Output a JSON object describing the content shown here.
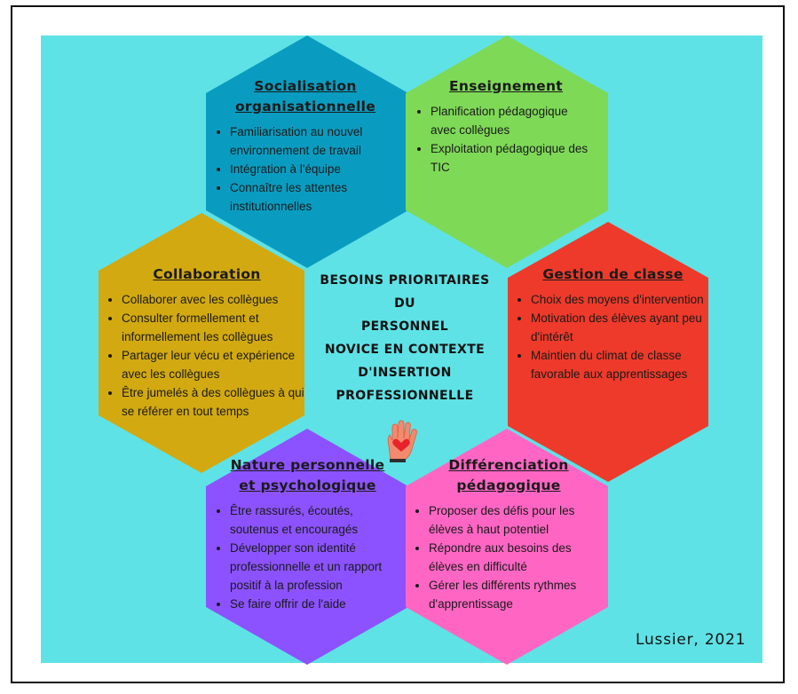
{
  "center": {
    "lines": [
      "BESOINS PRIORITAIRES",
      "DU",
      "PERSONNEL",
      "NOVICE EN CONTEXTE",
      "D'INSERTION",
      "PROFESSIONNELLE"
    ]
  },
  "signature": "Lussier, 2021",
  "colors": {
    "background": "#5ee2e6",
    "socialisation": "#0a9cc0",
    "enseignement": "#7ed957",
    "gestion": "#ee3a2a",
    "collaboration": "#d2a910",
    "nature": "#8c52ff",
    "differenciation": "#ff66c4"
  },
  "icons": [
    "raised-hand-heart-icon"
  ],
  "hexagons": {
    "socialisation": {
      "title_lines": [
        "Socialisation",
        "organisationnelle"
      ],
      "items": [
        "Familiarisation au nouvel environnement de travail",
        "Intégration à l'équipe",
        "Connaître les attentes institutionnelles"
      ]
    },
    "enseignement": {
      "title_lines": [
        "Enseignement"
      ],
      "items": [
        "Planification pédagogique avec collègues",
        "Exploitation pédagogique des TIC"
      ]
    },
    "collaboration": {
      "title_lines": [
        "Collaboration"
      ],
      "items": [
        "Collaborer avec les collègues",
        "Consulter formellement et informellement les collègues",
        "Partager leur vécu et expérience avec les collègues",
        "Être jumelés à des collègues à qui se référer en tout temps"
      ]
    },
    "gestion": {
      "title_lines": [
        "Gestion de classe"
      ],
      "items": [
        "Choix des moyens d'intervention",
        "Motivation des élèves ayant peu d'intérêt",
        "Maintien du climat  de classe favorable aux apprentissages"
      ]
    },
    "nature": {
      "title_lines": [
        "Nature personnelle",
        "et psychologique"
      ],
      "items": [
        "Être rassurés, écoutés, soutenus et encouragés",
        "Développer son identité professionnelle et un rapport positif à la profession",
        "Se faire offrir de l'aide"
      ]
    },
    "differenciation": {
      "title_lines": [
        "Différenciation",
        "pédagogique"
      ],
      "items": [
        "Proposer des défis pour les élèves à haut potentiel",
        "Répondre aux besoins des élèves en difficulté",
        "Gérer les différents rythmes d'apprentissage"
      ]
    }
  }
}
